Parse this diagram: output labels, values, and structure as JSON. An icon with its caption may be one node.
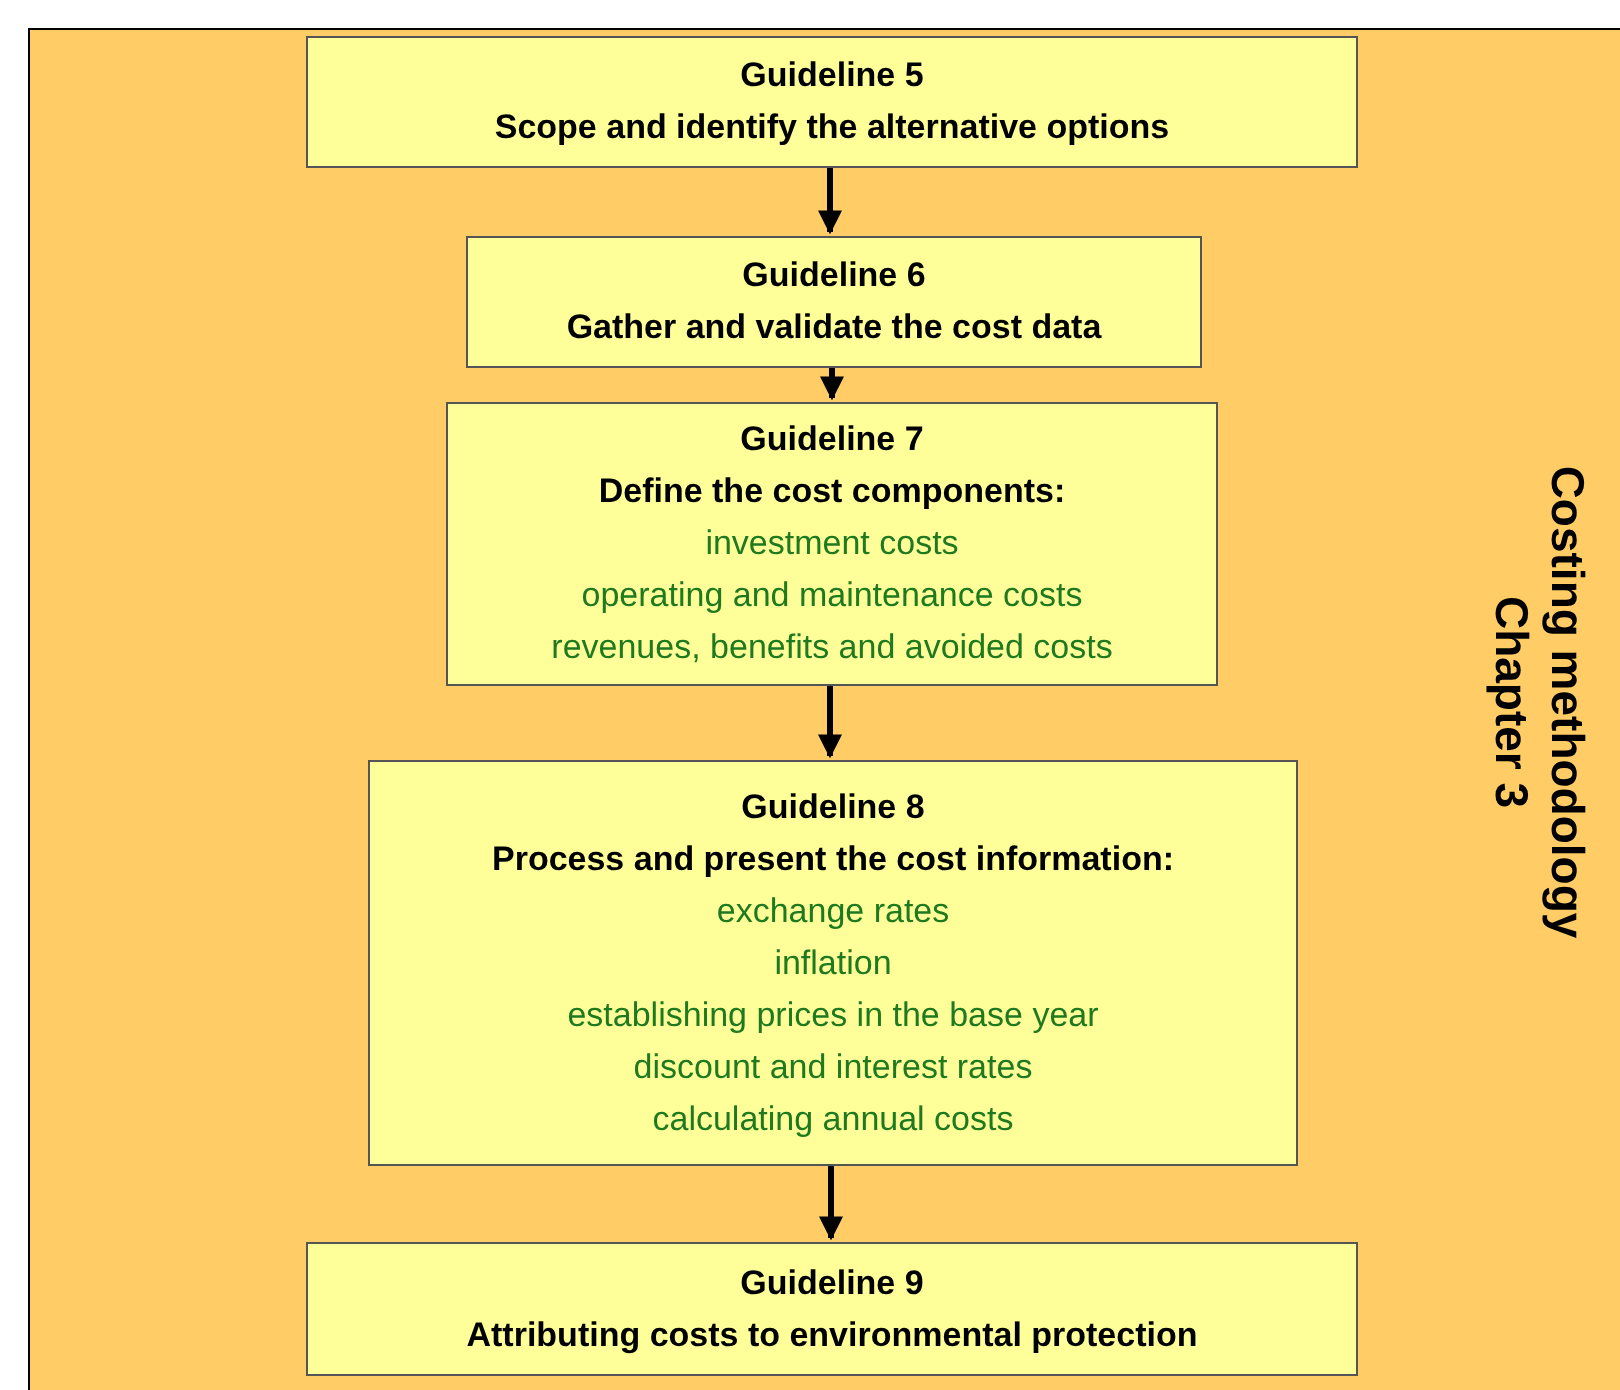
{
  "diagram": {
    "nodes": [
      {
        "text": [
          "Costing methodology Chapter 3"
        ]
      },
      {
        "text": [
          "Guideline 5",
          "Scope and identify the alternative options"
        ],
        "in": 0
      },
      {
        "text": [
          "Guideline 6",
          "Gather and validate the cost data"
        ],
        "in": 0
      },
      {
        "text": [
          "Guideline 7",
          "Define the cost components:",
          "investment costs",
          "operating and maintenance costs",
          "revenues, benefits and avoided costs"
        ],
        "in": 0
      },
      {
        "text": [
          "Guideline 8",
          "Process and present the cost information:",
          "exchange rates",
          "inflation",
          "establishing prices in the base year",
          "discount and interest rates",
          "calculating annual costs"
        ],
        "in": 0
      },
      {
        "text": [
          "Guideline 9",
          "Attributing costs to environmental protection"
        ],
        "in": 0
      }
    ],
    "edges": [
      {
        "from": 1,
        "to": 2,
        "arrow": "to"
      },
      {
        "from": 2,
        "to": 3,
        "arrow": "to"
      },
      {
        "from": 3,
        "to": 4,
        "arrow": "to"
      },
      {
        "from": 4,
        "to": 5,
        "arrow": "to"
      }
    ]
  }
}
